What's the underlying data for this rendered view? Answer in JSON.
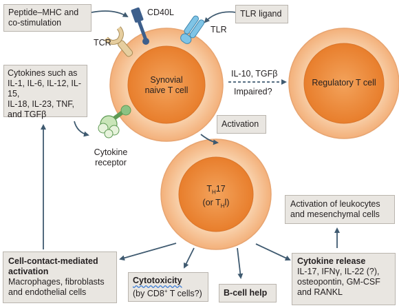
{
  "boxes": {
    "peptide": [
      "Peptide–MHC and",
      "co-stimulation"
    ],
    "tlr_ligand": "TLR ligand",
    "cytokines": [
      "Cytokines such as",
      "IL-1, IL-6, IL-12, IL-15,",
      "IL-18, IL-23, TNF,",
      "and TGFβ"
    ],
    "activation": "Activation",
    "leukocytes": [
      "Activation of leukocytes",
      "and mesenchymal cells"
    ],
    "cell_contact": {
      "title": [
        "Cell-contact-mediated",
        "activation"
      ],
      "body": [
        "Macrophages, fibroblasts",
        "and endothelial cells"
      ]
    },
    "cytotoxicity": {
      "title": "Cytotoxicity",
      "body_prefix": "(by CD8",
      "body_sup": "+",
      "body_suffix": " T cells?)"
    },
    "bcell": "B-cell help",
    "cytokine_release": {
      "title": "Cytokine release",
      "body": [
        "IL-17, IFNγ, IL-22 (?),",
        "osteopontin, GM-CSF",
        "and RANKL"
      ]
    }
  },
  "cells": {
    "naive": [
      "Synovial",
      "naive T cell"
    ],
    "regulatory": "Regulatory T cell",
    "th17": {
      "main": "T",
      "sub": "H",
      "suffix": "17",
      "alt_prefix": "(or T",
      "alt_sub": "H",
      "alt_suffix": "l)"
    }
  },
  "receptor_labels": {
    "cd40l": "CD40L",
    "tcr": "TCR",
    "tlr": "TLR",
    "cytokine_receptor": [
      "Cytokine",
      "receptor"
    ]
  },
  "arrow_labels": {
    "il10": "IL-10, TGFβ",
    "impaired": "Impaired?"
  },
  "colors": {
    "cell_outer": "#f6c59a",
    "cell_inner": "#f08c3c",
    "box_fill": "#e9e6e1",
    "tcr": "#e6ce9f",
    "cd40l": "#3d5f8c",
    "tlr": "#7fc4e6",
    "cytokine_receptor": "#8cc283",
    "arrow": "#3f5a70"
  }
}
